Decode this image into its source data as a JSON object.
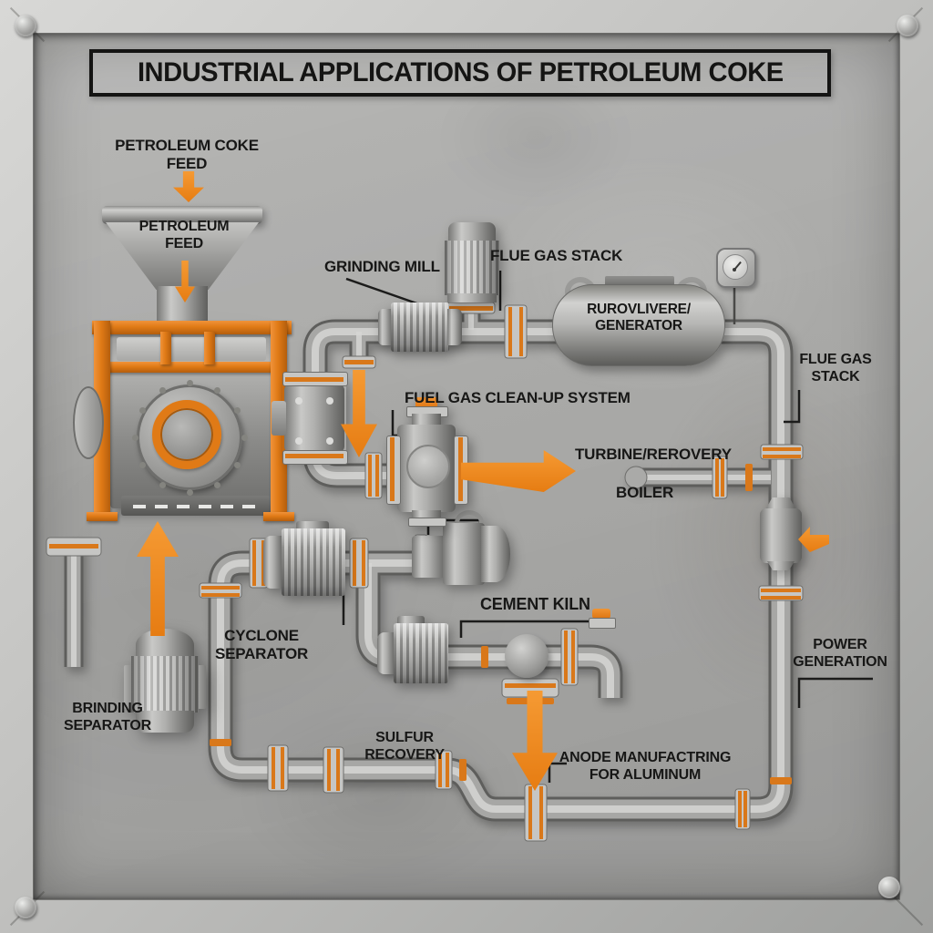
{
  "title": "INDUSTRIAL APPLICATIONS OF PETROLEUM COKE",
  "labels": {
    "petroleum_coke_feed": "PETROLEUM COKE\nFEED",
    "hopper": "PETROLEUM\nFEED",
    "grinding_mill": "GRINDING MILL",
    "flue_gas_stack_top": "FLUE GAS STACK",
    "generator_tank": "RUROVLIVERE/\nGENERATOR",
    "flue_gas_stack_right": "FLUE GAS\nSTACK",
    "fuel_gas_cleanup": "FUEL GAS CLEAN-UP SYSTEM",
    "turbine_recovery": "TURBINE/REROVERY",
    "boiler": "BOILER",
    "cyclone_separator": "CYCLONE\nSEPARATOR",
    "cement_kiln": "CEMENT KILN",
    "brinding_separator": "BRINDING\nSEPARATOR",
    "sulfur_recovery": "SULFUR\nRECOVERY",
    "anode_manufacturing": "ANODE MANUFACTRING\nFOR ALUMINUM",
    "power_generation": "POWER\nGENERATION"
  },
  "flow_arrows": [
    {
      "id": "coke-feed-down",
      "direction": "down"
    },
    {
      "id": "hopper-to-mill-down",
      "direction": "down"
    },
    {
      "id": "mill-to-cleanup-down",
      "direction": "down"
    },
    {
      "id": "cleanup-to-turbine-right",
      "direction": "right"
    },
    {
      "id": "stack-to-canister-left",
      "direction": "left"
    },
    {
      "id": "separator-to-mill-up",
      "direction": "up"
    },
    {
      "id": "kiln-to-anode-down",
      "direction": "down"
    }
  ],
  "colors": {
    "accent_orange": "#E8821E",
    "gasket_orange": "#D9781A",
    "label_black": "#171716",
    "panel_gray": "#B1B1AF",
    "pipe_gray": "#A7A7A5"
  }
}
